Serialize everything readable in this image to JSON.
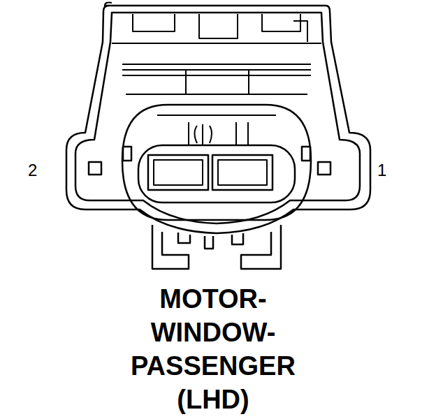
{
  "diagram": {
    "caption": "MOTOR- WINDOW- PASSENGER (LHD)",
    "labels": [
      "2",
      "1"
    ]
  }
}
